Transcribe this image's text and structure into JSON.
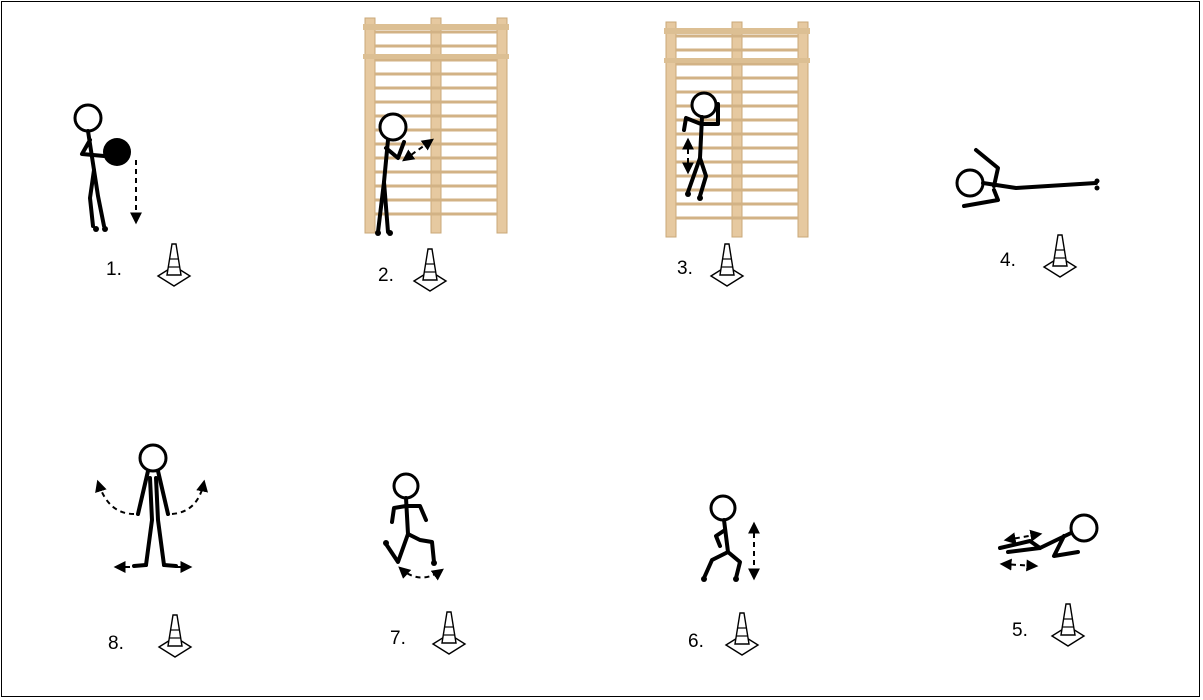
{
  "stations": [
    {
      "number": "1.",
      "icon": "traffic-cone-icon",
      "figure": "standing-with-ball"
    },
    {
      "number": "2.",
      "icon": "traffic-cone-icon",
      "figure": "wall-bars-throw"
    },
    {
      "number": "3.",
      "icon": "traffic-cone-icon",
      "figure": "wall-bars-climb"
    },
    {
      "number": "4.",
      "icon": "traffic-cone-icon",
      "figure": "lying-arm-raise"
    },
    {
      "number": "5.",
      "icon": "traffic-cone-icon",
      "figure": "lying-leg-slide"
    },
    {
      "number": "6.",
      "icon": "traffic-cone-icon",
      "figure": "squat-jump"
    },
    {
      "number": "7.",
      "icon": "traffic-cone-icon",
      "figure": "lunge"
    },
    {
      "number": "8.",
      "icon": "traffic-cone-icon",
      "figure": "jumping-jack"
    }
  ],
  "colors": {
    "ink": "#000000",
    "wood": "#e6c9a0",
    "background": "#ffffff"
  }
}
